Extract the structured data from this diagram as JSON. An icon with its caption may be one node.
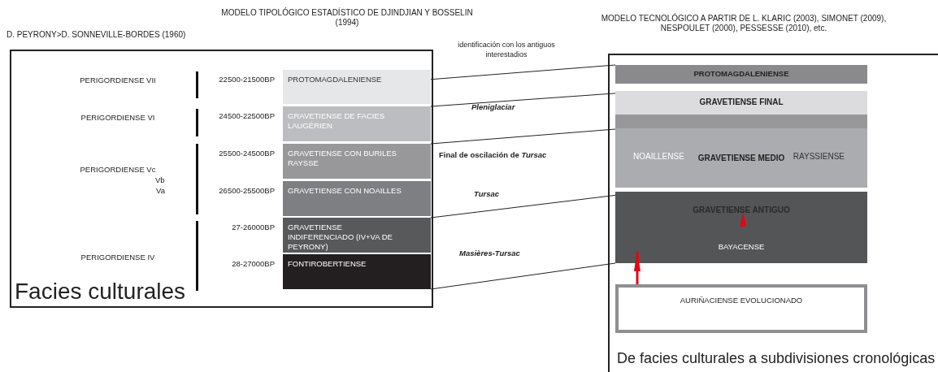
{
  "diagram": {
    "nodes": [
      {
        "text": [
          "Facies culturales"
        ]
      },
      {
        "text": [
          "PROTOMAGDALENIENSE"
        ],
        "in": 0,
        "beside": [
          "22500-21500BP"
        ]
      },
      {
        "text": [
          "GRAVETIENSE DE FACIES LAUGÉRIEN"
        ],
        "in": 0,
        "beside": [
          "24500-22500BP"
        ]
      },
      {
        "text": [
          "GRAVETIENSE CON BURILES RAYSSE"
        ],
        "in": 0,
        "beside": [
          "25500-24500BP"
        ]
      },
      {
        "text": [
          "GRAVETIENSE CON NOAILLES"
        ],
        "in": 0,
        "beside": [
          "26500-25500BP"
        ]
      },
      {
        "text": [
          "GRAVETIENSE INDIFERENCIADO (IV+VA DE PEYRONY)"
        ],
        "in": 0,
        "beside": [
          "27-26000BP"
        ]
      },
      {
        "text": [
          "FONTIROBERTIENSE"
        ],
        "in": 0,
        "beside": [
          "28-27000BP"
        ]
      },
      {
        "text": [
          "De facies culturales a subdivisiones cronológicas"
        ]
      },
      {
        "text": [
          "PROTOMAGDALENIENSE"
        ],
        "in": 7
      },
      {
        "text": [
          "GRAVETIENSE FINAL"
        ],
        "in": 7
      },
      {
        "text": [
          "NOAILLENSE",
          "GRAVETIENSE MEDIO",
          "RAYSSIENSE"
        ],
        "in": 7
      },
      {
        "text": [
          "GRAVETIENSE ANTIGUO",
          "BAYACENSE"
        ],
        "in": 7
      },
      {
        "text": [
          "AURIÑACIENSE EVOLUCIONADO"
        ],
        "in": 7
      }
    ],
    "edges": [
      {
        "from": 1,
        "to": 8,
        "arrow": "none"
      },
      {
        "from": 2,
        "to": 9,
        "arrow": "none"
      },
      {
        "from": 3,
        "to": 10,
        "arrow": "none"
      },
      {
        "from": 5,
        "to": 11,
        "arrow": "none"
      },
      {
        "from": 6,
        "to": 11,
        "arrow": "none"
      },
      {
        "from": 12,
        "to": 11,
        "arrow": "to",
        "style": "thick",
        "color": "#e30613"
      }
    ],
    "labels": [
      "MODELO TIPOLÓGICO ESTADÍSTICO DE DJINDJIAN Y BOSSELIN (1994)",
      "D. PEYRONY>D. SONNEVILLE-BORDES (1960)",
      "MODELO TECNOLÓGICO A PARTIR DE L. KLARIC (2003), SIMONET (2009), NESPOULET (2000), PESSESSE (2010), etc.",
      "identificación con los antiguos interestadios",
      "PERIGORDIENSE VII",
      "PERIGORDIENSE VI",
      "Pleniglaciar",
      "PERIGORDIENSE Vc",
      "Final de oscilación de *Tursac*",
      "Vb",
      "Va",
      "Tursac",
      "PERIGORDIENSE IV",
      "Masières-Tursac"
    ]
  }
}
